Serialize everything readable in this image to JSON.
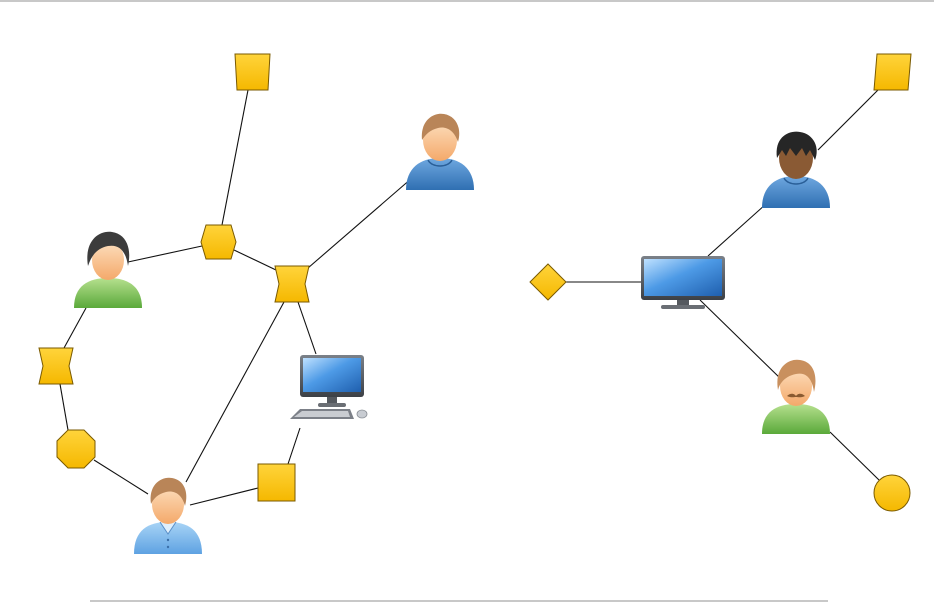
{
  "diagram": {
    "colors": {
      "node_fill": "#ffc90e",
      "node_stroke": "#7a5a00",
      "edge": "#111111",
      "background": "#ffffff",
      "skin": "#f9c08c",
      "shirt_blue": "#4f8fd0",
      "shirt_light_blue": "#7ab8ee",
      "shirt_green": "#7cc05a",
      "hair_brown": "#b98558",
      "hair_black": "#333333",
      "hair_light": "#c9905e",
      "monitor_screen": "#3f8fdc",
      "monitor_frame": "#5a5f66"
    },
    "nodes": [
      {
        "id": "square-top",
        "shape": "square-tilted",
        "icon": "square-node"
      },
      {
        "id": "hex-top",
        "shape": "hexagon",
        "icon": "hexagon-node"
      },
      {
        "id": "flag-center",
        "shape": "flag",
        "icon": "flag-node"
      },
      {
        "id": "user-hoodie-left",
        "shape": "person",
        "icon": "user-hoodie-icon"
      },
      {
        "id": "user-green-left",
        "shape": "person",
        "icon": "user-green-icon"
      },
      {
        "id": "flag-left",
        "shape": "flag",
        "icon": "flag-node"
      },
      {
        "id": "octagon-left",
        "shape": "octagon",
        "icon": "octagon-node"
      },
      {
        "id": "user-shirt-bottom",
        "shape": "person",
        "icon": "user-shirt-icon"
      },
      {
        "id": "square-bottom",
        "shape": "square",
        "icon": "square-node"
      },
      {
        "id": "computer-left",
        "shape": "computer",
        "icon": "desktop-computer-icon"
      },
      {
        "id": "square-top-right",
        "shape": "square-tilted",
        "icon": "square-node"
      },
      {
        "id": "user-dark-right",
        "shape": "person",
        "icon": "user-dark-hoodie-icon"
      },
      {
        "id": "monitor-right",
        "shape": "monitor",
        "icon": "monitor-icon"
      },
      {
        "id": "diamond-right",
        "shape": "diamond",
        "icon": "diamond-node"
      },
      {
        "id": "user-mustache-right",
        "shape": "person",
        "icon": "user-mustache-icon"
      },
      {
        "id": "circle-right",
        "shape": "circle",
        "icon": "circle-node"
      }
    ],
    "edges": [
      {
        "from": "square-top",
        "to": "hex-top"
      },
      {
        "from": "hex-top",
        "to": "user-green-left"
      },
      {
        "from": "hex-top",
        "to": "flag-center"
      },
      {
        "from": "flag-center",
        "to": "user-hoodie-left"
      },
      {
        "from": "flag-center",
        "to": "computer-left"
      },
      {
        "from": "flag-center",
        "to": "user-shirt-bottom"
      },
      {
        "from": "user-green-left",
        "to": "flag-left"
      },
      {
        "from": "flag-left",
        "to": "octagon-left"
      },
      {
        "from": "octagon-left",
        "to": "user-shirt-bottom"
      },
      {
        "from": "user-shirt-bottom",
        "to": "square-bottom"
      },
      {
        "from": "square-bottom",
        "to": "computer-left"
      },
      {
        "from": "square-top-right",
        "to": "user-dark-right"
      },
      {
        "from": "user-dark-right",
        "to": "monitor-right"
      },
      {
        "from": "monitor-right",
        "to": "diamond-right"
      },
      {
        "from": "monitor-right",
        "to": "user-mustache-right"
      },
      {
        "from": "user-mustache-right",
        "to": "circle-right"
      }
    ]
  }
}
